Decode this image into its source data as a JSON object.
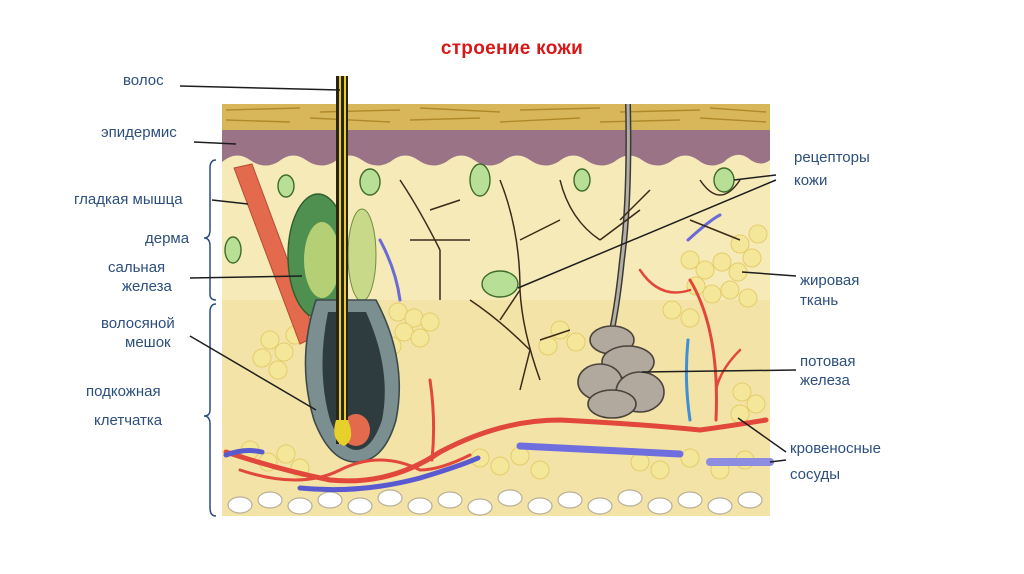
{
  "title": "строение кожи",
  "labels": {
    "hair": "волос",
    "epidermis": "эпидермис",
    "smooth_muscle": "гладкая мышца",
    "dermis": "дерма",
    "sebaceous_gland_1": "сальная",
    "sebaceous_gland_2": "железа",
    "hair_follicle_1": "волосяной",
    "hair_follicle_2": "мешок",
    "hypodermis_1": "подкожная",
    "hypodermis_2": "клетчатка",
    "receptors_1": "рецепторы",
    "receptors_2": "кожи",
    "fat_tissue_1": "жировая",
    "fat_tissue_2": "ткань",
    "sweat_gland_1": "потовая",
    "sweat_gland_2": "железа",
    "blood_vessels_1": "кровеносные",
    "blood_vessels_2": "сосуды"
  },
  "colors": {
    "title": "#d81818",
    "label_text": "#2d4f7c",
    "surface_layer": "#d8b75a",
    "epidermis": "#9a7486",
    "dermis": "#f6eab8",
    "fat_lobule": "#f4e79a",
    "artery": "#e2473c",
    "vein": "#5a5ad0",
    "nerve": "#3a2a1a",
    "receptor": "#b8df96",
    "hair": "#2a2410",
    "follicle": "#7c8f90",
    "sebaceous": "#4f8f4f",
    "muscle": "#e46a4e",
    "sweat_gland": "#9a9088"
  }
}
